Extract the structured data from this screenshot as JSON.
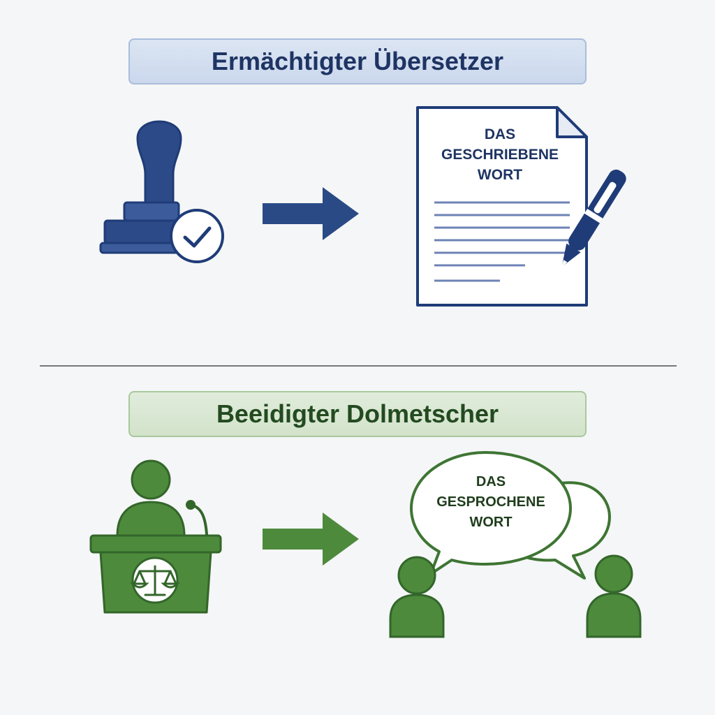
{
  "top_section": {
    "title": "Ermächtigter Übersetzer",
    "document_label": [
      "DAS",
      "GESCHRIEBENE",
      "WORT"
    ]
  },
  "bottom_section": {
    "title": "Beeidigter Dolmetscher",
    "speech_label": [
      "DAS",
      "GESPROCHENE",
      "WORT"
    ]
  },
  "colors": {
    "blue": "#1f3c78",
    "green": "#4d8a3c",
    "green_dark": "#33662a"
  },
  "icons": [
    "stamp-icon",
    "checkmark-icon",
    "arrow-right-icon",
    "document-icon",
    "pen-icon",
    "person-icon",
    "podium-icon",
    "scales-icon",
    "speech-bubble-icon"
  ]
}
